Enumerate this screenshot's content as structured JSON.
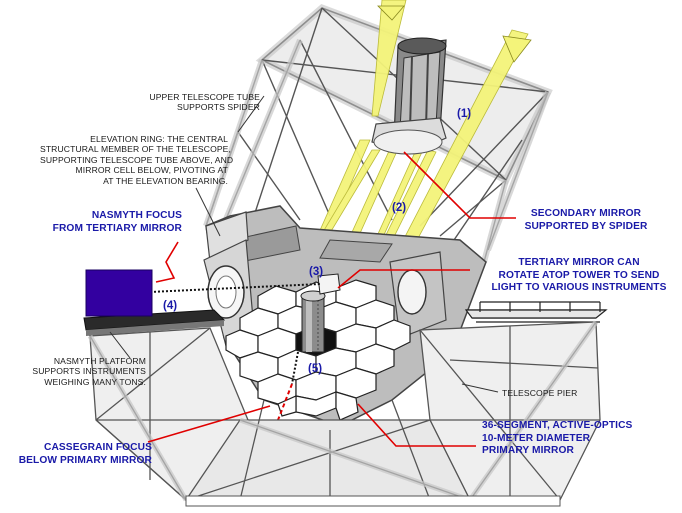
{
  "labels": {
    "upper_tube": "UPPER TELESCOPE TUBE\nSUPPORTS SPIDER",
    "elevation_ring": "ELEVATION RING: THE CENTRAL\nSTRUCTURAL MEMBER OF THE TELESCOPE,\nSUPPORTING TELESCOPE TUBE ABOVE, AND\nMIRROR CELL BELOW, PIVOTING AT\nAT THE ELEVATION BEARING.",
    "nasmyth_focus": "NASMYTH FOCUS\nFROM TERTIARY MIRROR",
    "nasmyth_platform": "NASMYTH PLATFORM\nSUPPORTS INSTRUMENTS\nWEIGHING MANY TONS.",
    "cassegrain_focus": "CASSEGRAIN FOCUS\nBELOW PRIMARY MIRROR",
    "secondary_mirror": "SECONDARY MIRROR\nSUPPORTED BY SPIDER",
    "tertiary_mirror": "TERTIARY MIRROR CAN\nROTATE ATOP TOWER TO SEND\nLIGHT TO VARIOUS INSTRUMENTS",
    "telescope_pier": "TELESCOPE PIER",
    "primary_mirror": "36-SEGMENT, ACTIVE-OPTICS\n10-METER DIAMETER\nPRIMARY MIRROR"
  },
  "numbers": {
    "n1": "(1)",
    "n2": "(2)",
    "n3": "(3)",
    "n4": "(4)",
    "n5": "(5)"
  },
  "colors": {
    "leader": "#e00000",
    "callout_blue": "#1a1aa8",
    "instrument_box": "#3300a0",
    "light_beam": "#f4f47a",
    "structure": "#d2d2d2"
  }
}
